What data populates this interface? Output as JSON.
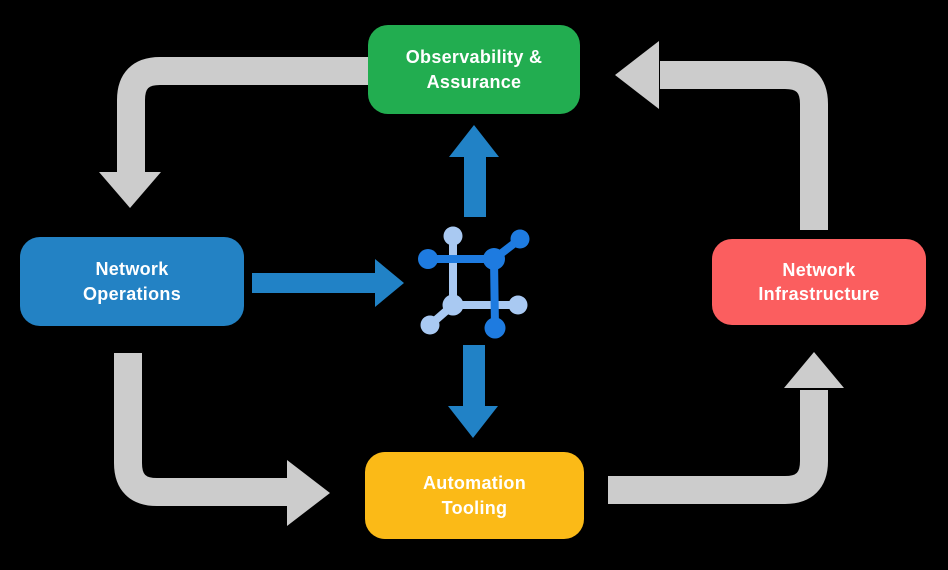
{
  "nodes": {
    "observability": {
      "label": "Observability &\nAssurance",
      "color": "#22ad50"
    },
    "operations": {
      "label": "Network\nOperations",
      "color": "#2382c4"
    },
    "infrastructure": {
      "label": "Network\nInfrastructure",
      "color": "#fb5e5f"
    },
    "automation": {
      "label": "Automation\nTooling",
      "color": "#fbba17"
    }
  },
  "colors": {
    "background": "#000000",
    "flow_arrow": "#cccccc",
    "core_arrow": "#2182c6",
    "icon_primary": "#1e7be0",
    "icon_secondary": "#a9c9f2",
    "label_text": "#ffffff"
  },
  "icon": {
    "name": "network-mesh-icon"
  },
  "edges": [
    {
      "from": "Observability & Assurance",
      "to": "Network Operations",
      "style": "gray-elbow"
    },
    {
      "from": "Network Operations",
      "to": "Automation Tooling",
      "style": "gray-elbow"
    },
    {
      "from": "Automation Tooling",
      "to": "Network Infrastructure",
      "style": "gray-elbow"
    },
    {
      "from": "Network Infrastructure",
      "to": "Observability & Assurance",
      "style": "gray-elbow"
    },
    {
      "from": "Network Operations",
      "to": "network-core",
      "style": "blue-straight"
    },
    {
      "from": "network-core",
      "to": "Observability & Assurance",
      "style": "blue-straight"
    },
    {
      "from": "network-core",
      "to": "Automation Tooling",
      "style": "blue-straight"
    }
  ]
}
